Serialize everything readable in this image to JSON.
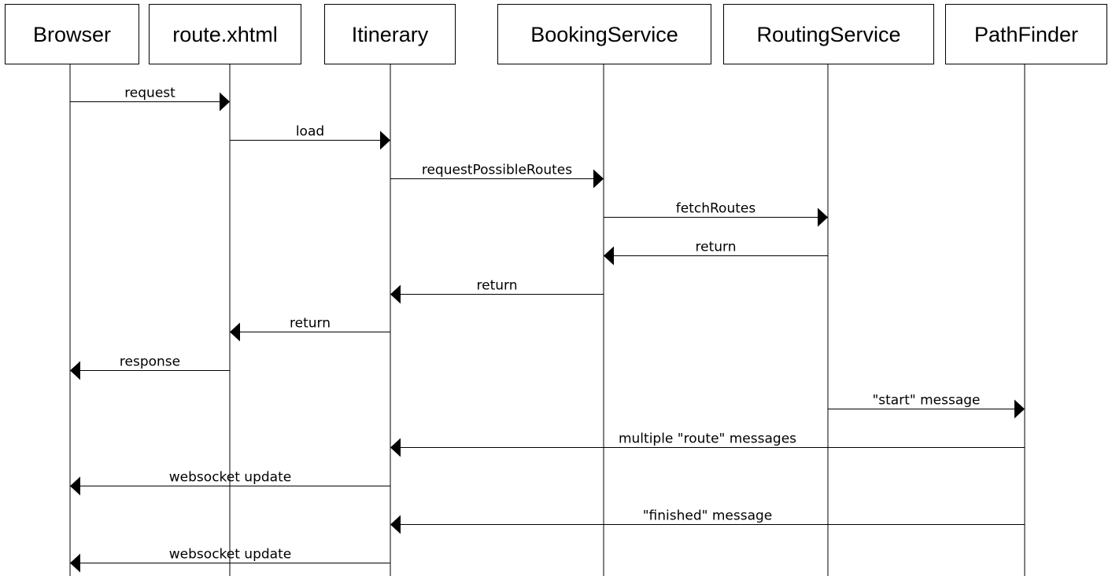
{
  "participants": [
    {
      "id": "browser",
      "label": "Browser"
    },
    {
      "id": "route",
      "label": "route.xhtml"
    },
    {
      "id": "itinerary",
      "label": "Itinerary"
    },
    {
      "id": "booking",
      "label": "BookingService"
    },
    {
      "id": "routing",
      "label": "RoutingService"
    },
    {
      "id": "pathfinder",
      "label": "PathFinder"
    }
  ],
  "messages": [
    {
      "from": "browser",
      "to": "route",
      "label": "request"
    },
    {
      "from": "route",
      "to": "itinerary",
      "label": "load"
    },
    {
      "from": "itinerary",
      "to": "booking",
      "label": "requestPossibleRoutes"
    },
    {
      "from": "booking",
      "to": "routing",
      "label": "fetchRoutes"
    },
    {
      "from": "routing",
      "to": "booking",
      "label": "return"
    },
    {
      "from": "booking",
      "to": "itinerary",
      "label": "return"
    },
    {
      "from": "itinerary",
      "to": "route",
      "label": "return"
    },
    {
      "from": "route",
      "to": "browser",
      "label": "response"
    },
    {
      "from": "routing",
      "to": "pathfinder",
      "label": "\"start\" message"
    },
    {
      "from": "pathfinder",
      "to": "itinerary",
      "label": "multiple \"route\" messages"
    },
    {
      "from": "itinerary",
      "to": "browser",
      "label": "websocket update"
    },
    {
      "from": "pathfinder",
      "to": "itinerary",
      "label": "\"finished\" message"
    },
    {
      "from": "itinerary",
      "to": "browser",
      "label": "websocket update"
    }
  ],
  "colors": {
    "line": "#000000",
    "background": "#ffffff"
  }
}
